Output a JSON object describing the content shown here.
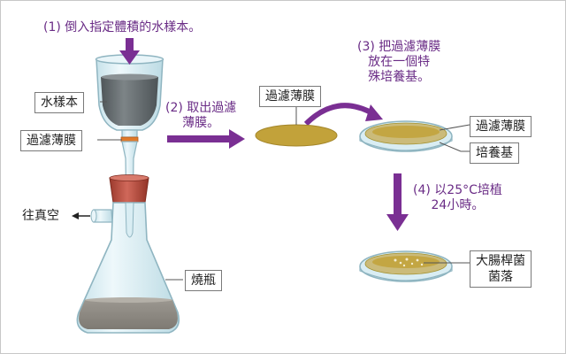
{
  "steps": {
    "s1": "(1) 倒入指定體積的水樣本。",
    "s2": [
      "(2) 取出過濾",
      "薄膜。"
    ],
    "s3": [
      "(3) 把過濾薄膜",
      "放在一個特",
      "殊培養基。"
    ],
    "s4": [
      "(4) 以25°C培植",
      "24小時。"
    ]
  },
  "labels": {
    "water_sample": "水樣本",
    "filter_membrane_left": "過濾薄膜",
    "vacuum": "往真空",
    "flask": "燒瓶",
    "membrane_middle": "過濾薄膜",
    "membrane_right": "過濾薄膜",
    "medium": "培養基",
    "colony": [
      "大腸桿菌",
      "菌落"
    ]
  },
  "colors": {
    "step_text": "#6a2c86",
    "arrow": "#7a2f93",
    "water": "#5f6669",
    "membrane": "#c2a23a",
    "medium": "#cbbb7a",
    "glass": "#d9edf3",
    "stopper": "#b74a3a"
  }
}
